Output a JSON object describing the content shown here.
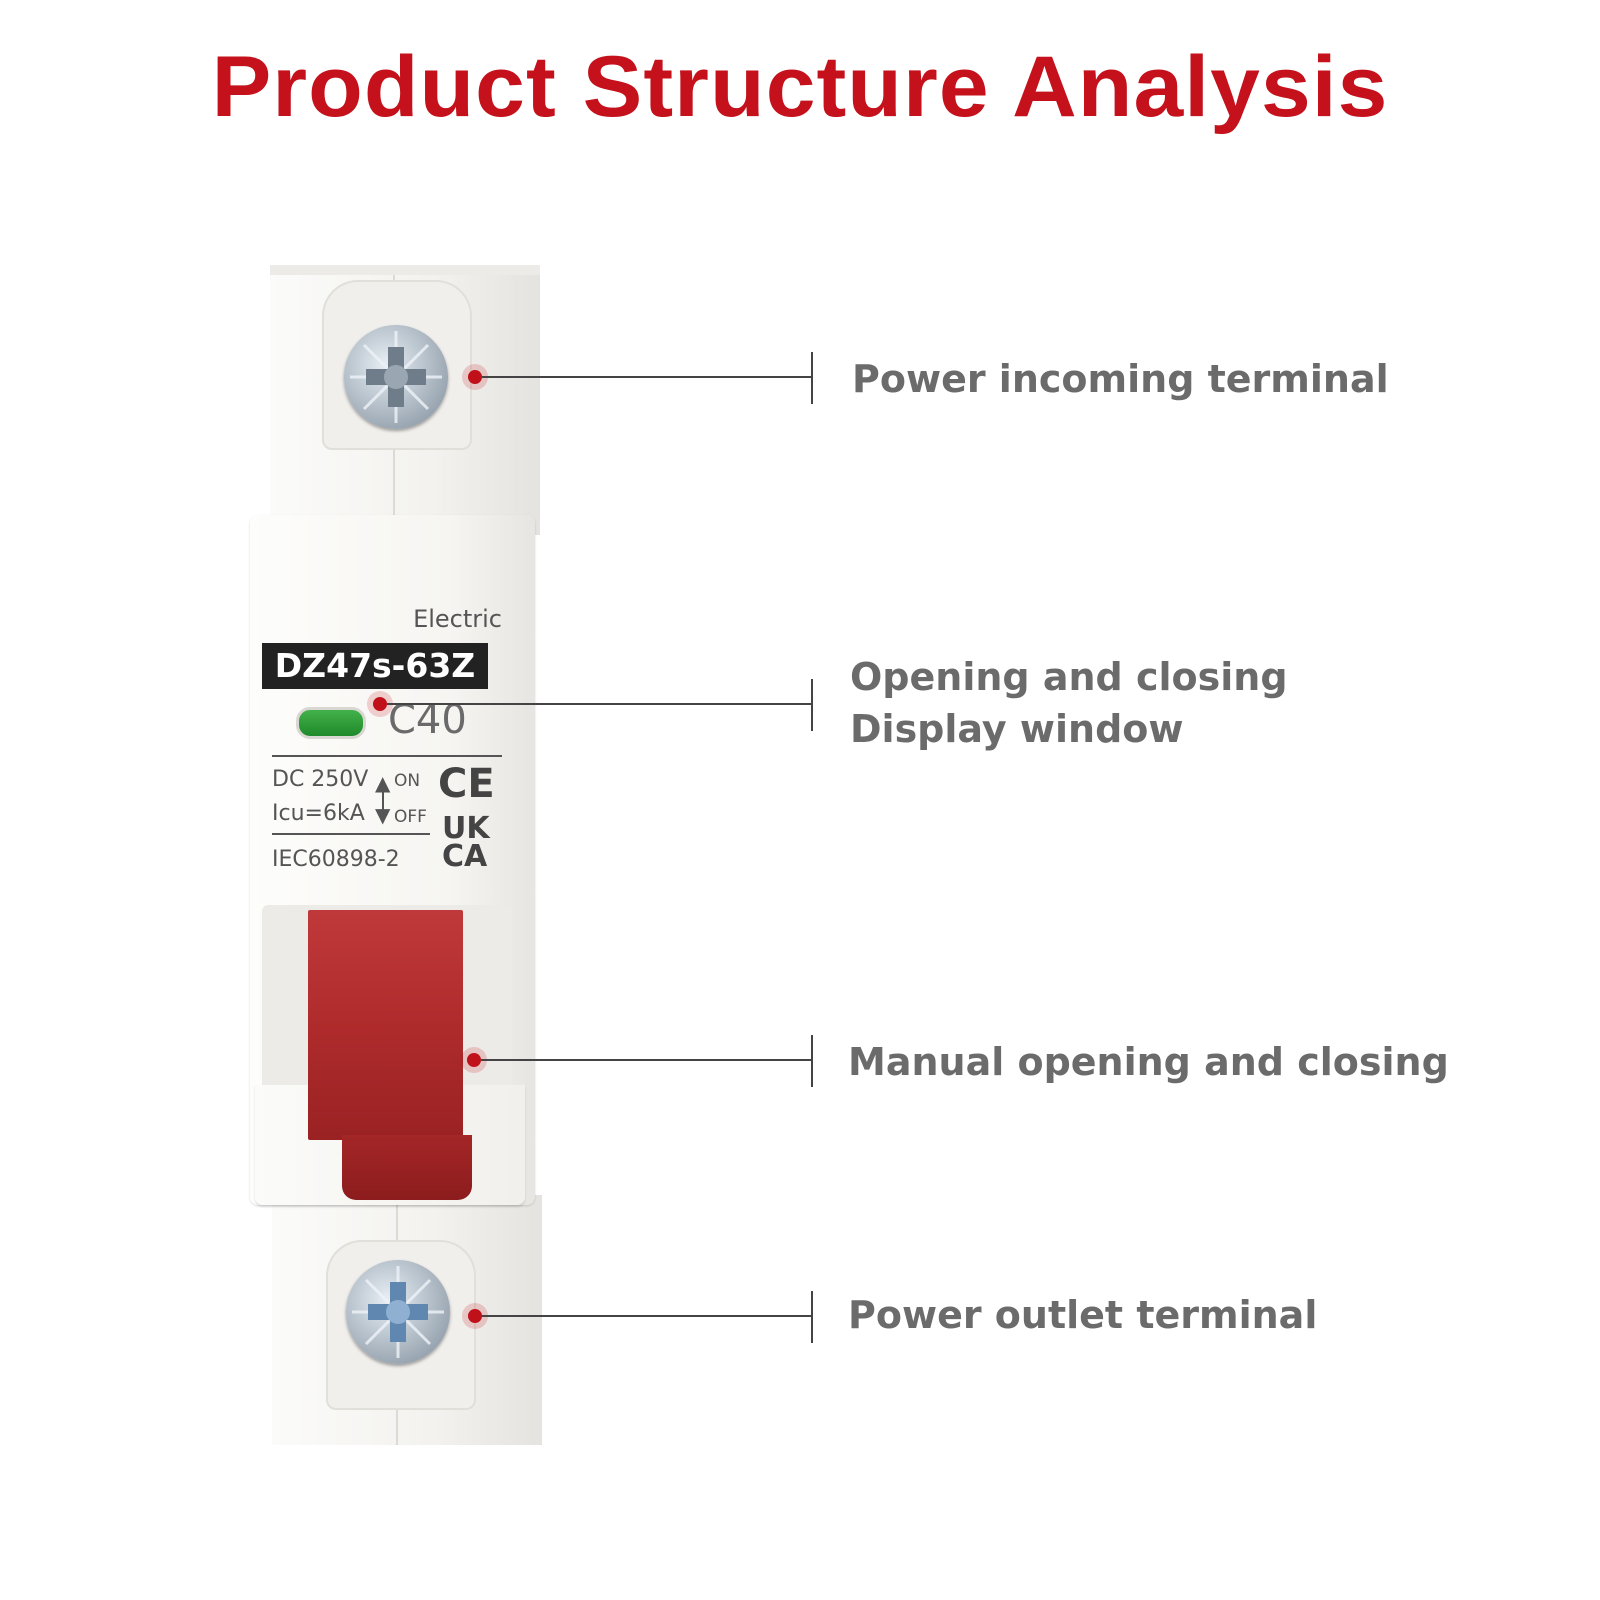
{
  "title": "Product Structure Analysis",
  "product_label": {
    "brand": "Electric",
    "model": "DZ47s-63Z",
    "rating": "C40",
    "voltage": "DC 250V",
    "icu": "Icu=6kA",
    "on": "ON",
    "off": "OFF",
    "standard": "IEC60898-2",
    "ce_mark": "CE",
    "ukca_top": "UK",
    "ukca_bottom": "CA"
  },
  "callouts": [
    {
      "lines": [
        "Power incoming terminal"
      ]
    },
    {
      "lines": [
        "Opening and closing",
        "Display window"
      ]
    },
    {
      "lines": [
        "Manual opening and closing"
      ]
    },
    {
      "lines": [
        "Power outlet terminal"
      ]
    }
  ],
  "colors": {
    "title": "#c4111b",
    "label_text": "#6b6b6b",
    "marker": "#c0101a",
    "handle": "#b03031",
    "indicator": "#2e9b3a"
  }
}
